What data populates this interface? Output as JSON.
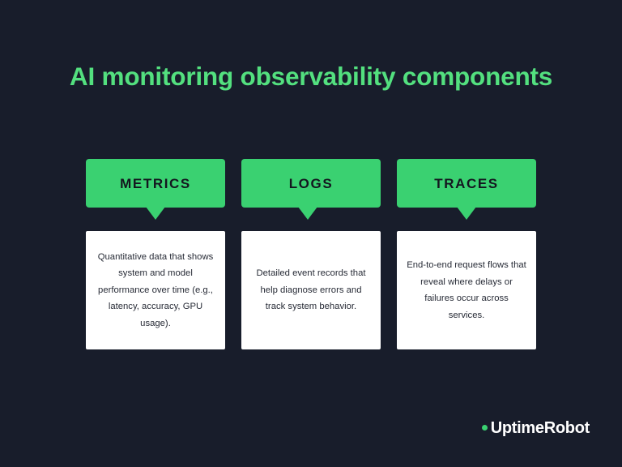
{
  "slide": {
    "title": "AI monitoring observability components",
    "background_color": "#181d2b",
    "title_color": "#53e07f",
    "accent_color": "#3ad171",
    "card_background": "#ffffff",
    "card_text_color": "#272b36",
    "header_text_color": "#14161f"
  },
  "columns": [
    {
      "header": "METRICS",
      "body": "Quantitative data that shows system and model performance over time (e.g., latency, accuracy, GPU usage)."
    },
    {
      "header": "LOGS",
      "body": "Detailed event records that help diagnose errors and track system behavior."
    },
    {
      "header": "TRACES",
      "body": "End-to-end request flows that reveal where delays or failures occur across services."
    }
  ],
  "logo": {
    "dot_icon": "green-dot-icon",
    "text": "UptimeRobot",
    "dot_color": "#3ad171",
    "text_color": "#ffffff"
  }
}
